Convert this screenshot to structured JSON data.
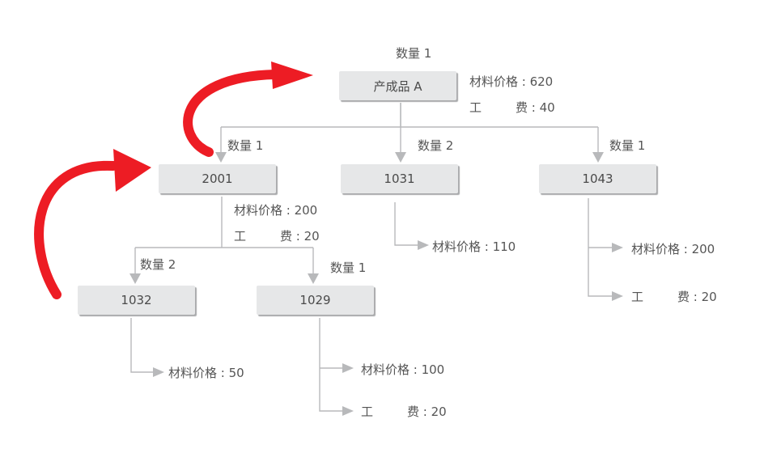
{
  "diagram": {
    "type": "bill-of-materials-tree",
    "colors": {
      "node_fill": "#e6e7e8",
      "connector": "#b8b9bb",
      "highlight_arrow": "#ed1c24",
      "text": "#555555"
    },
    "labels": {
      "qty_prefix": "数量",
      "material": "材料价格",
      "labor_a": "工",
      "labor_b": "费",
      "sep": ":"
    },
    "nodes": [
      {
        "id": "root",
        "name": "产成品 A",
        "qty": "数量 1",
        "material": "材料价格 : 620",
        "labor_a": "工",
        "labor_b": "费 : 40"
      },
      {
        "id": "2001",
        "name": "2001",
        "qty": "数量 1",
        "material": "材料价格 : 200",
        "labor_a": "工",
        "labor_b": "费 : 20"
      },
      {
        "id": "1031",
        "name": "1031",
        "qty": "数量 2",
        "material": "材料价格 : 110"
      },
      {
        "id": "1043",
        "name": "1043",
        "qty": "数量 1",
        "material": "材料价格 : 200",
        "labor_a": "工",
        "labor_b": "费 : 20"
      },
      {
        "id": "1032",
        "name": "1032",
        "qty": "数量 2",
        "material": "材料价格 : 50"
      },
      {
        "id": "1029",
        "name": "1029",
        "qty": "数量 1",
        "material": "材料价格 : 100",
        "labor_a": "工",
        "labor_b": "费 : 20"
      }
    ],
    "edges": [
      {
        "from": "root",
        "to": "2001"
      },
      {
        "from": "root",
        "to": "1031"
      },
      {
        "from": "root",
        "to": "1043"
      },
      {
        "from": "2001",
        "to": "1032"
      },
      {
        "from": "2001",
        "to": "1029"
      }
    ],
    "highlight_arrows": [
      {
        "from": "1032",
        "to": "2001",
        "meaning": "roll-up"
      },
      {
        "from": "2001",
        "to": "root",
        "meaning": "roll-up"
      }
    ]
  }
}
